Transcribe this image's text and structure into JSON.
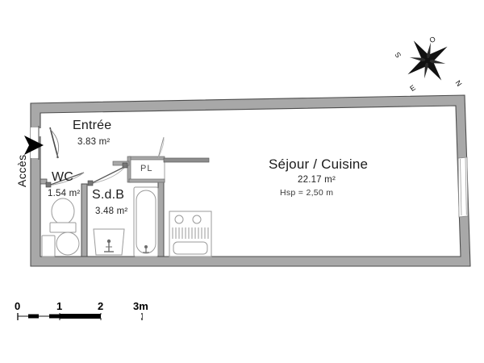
{
  "document": {
    "type": "floor-plan",
    "background_color": "#ffffff",
    "wall_fill": "#a8a8a8",
    "wall_stroke": "#4d4d4d",
    "fixture_stroke": "#9a9a9a",
    "text_color": "#1a1a1a"
  },
  "access": {
    "label": "Accès",
    "marker": "arrow-right"
  },
  "rooms": [
    {
      "id": "entree",
      "name": "Entrée",
      "area": "3.83 m²"
    },
    {
      "id": "wc",
      "name": "WC",
      "area": "1.54 m²"
    },
    {
      "id": "sdb",
      "name": "S.d.B",
      "area": "3.48 m²"
    },
    {
      "id": "sejour-cuisine",
      "name": "Séjour / Cuisine",
      "area": "22.17 m²",
      "height": "Hsp =  2,50 m"
    }
  ],
  "closet": {
    "label": "PL"
  },
  "fixtures": [
    {
      "name": "toilet",
      "room": "wc"
    },
    {
      "name": "wc-small-basin",
      "room": "wc"
    },
    {
      "name": "wc-cabinet",
      "room": "wc"
    },
    {
      "name": "washbasin",
      "room": "sdb"
    },
    {
      "name": "bathtub",
      "room": "sdb"
    },
    {
      "name": "stove",
      "room": "sejour-cuisine"
    },
    {
      "name": "kitchen-sink",
      "room": "sejour-cuisine"
    },
    {
      "name": "window",
      "room": "sejour-cuisine"
    }
  ],
  "compass": {
    "letters": [
      "O",
      "S",
      "N",
      "E"
    ],
    "rotation_deg": -35
  },
  "scale_bar": {
    "ticks": [
      "0",
      "1",
      "2",
      "3m"
    ],
    "unit": "m",
    "max": 3
  }
}
